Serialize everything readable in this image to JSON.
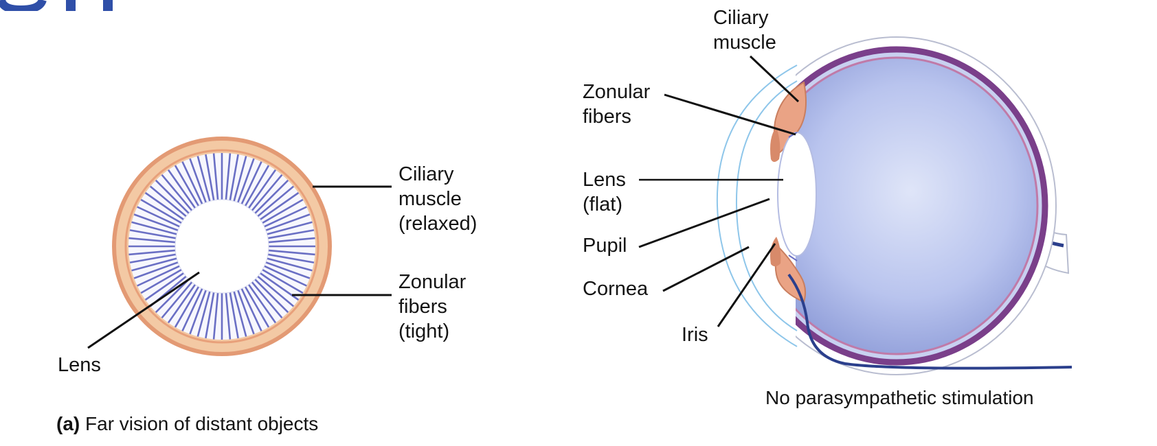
{
  "left_panel": {
    "labels": {
      "ciliary": [
        "Ciliary",
        "muscle",
        "(relaxed)"
      ],
      "zonular": [
        "Zonular",
        "fibers",
        "(tight)"
      ],
      "lens": "Lens"
    },
    "caption_letter": "(a)",
    "caption_text": "Far vision of distant objects"
  },
  "right_panel": {
    "labels": {
      "ciliary": [
        "Ciliary",
        "muscle"
      ],
      "zonular": [
        "Zonular",
        "fibers"
      ],
      "lens": [
        "Lens",
        "(flat)"
      ],
      "pupil": "Pupil",
      "cornea": "Cornea",
      "iris": "Iris"
    },
    "caption": "No parasympathetic stimulation"
  },
  "colors": {
    "title_blue": "#2f4fa8",
    "fiber": "#6a6fc4",
    "ring_outer": "#e8a07a",
    "ring_inner": "#f3c9a4",
    "eye_fill": "#a9b6e6",
    "sclera": "#7a3f8a",
    "leader": "#111111"
  }
}
